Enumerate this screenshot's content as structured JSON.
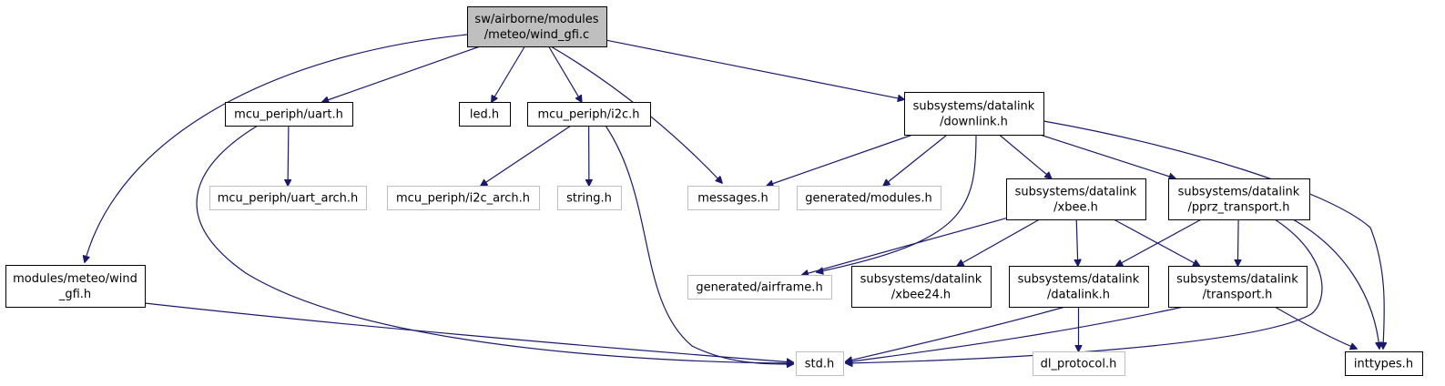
{
  "colors": {
    "edge": "#191970",
    "node_border": "#000000",
    "node_missing_border": "#bfbfbf",
    "root_fill": "#bfbfbf",
    "node_fill": "#ffffff",
    "text": "#000000"
  },
  "nodes": [
    {
      "id": "root",
      "lines": [
        "sw/airborne/modules",
        "/meteo/wind_gfi.c"
      ],
      "style": "root"
    },
    {
      "id": "uart",
      "lines": [
        "mcu_periph/uart.h"
      ],
      "style": "normal"
    },
    {
      "id": "led",
      "lines": [
        "led.h"
      ],
      "style": "normal"
    },
    {
      "id": "i2c",
      "lines": [
        "mcu_periph/i2c.h"
      ],
      "style": "normal"
    },
    {
      "id": "downlink",
      "lines": [
        "subsystems/datalink",
        "/downlink.h"
      ],
      "style": "normal"
    },
    {
      "id": "uart_arch",
      "lines": [
        "mcu_periph/uart_arch.h"
      ],
      "style": "missing"
    },
    {
      "id": "i2c_arch",
      "lines": [
        "mcu_periph/i2c_arch.h"
      ],
      "style": "missing"
    },
    {
      "id": "string",
      "lines": [
        "string.h"
      ],
      "style": "missing"
    },
    {
      "id": "messages",
      "lines": [
        "messages.h"
      ],
      "style": "missing"
    },
    {
      "id": "gen_modules",
      "lines": [
        "generated/modules.h"
      ],
      "style": "missing"
    },
    {
      "id": "xbee",
      "lines": [
        "subsystems/datalink",
        "/xbee.h"
      ],
      "style": "normal"
    },
    {
      "id": "pprz",
      "lines": [
        "subsystems/datalink",
        "/pprz_transport.h"
      ],
      "style": "normal"
    },
    {
      "id": "wind_gfi_h",
      "lines": [
        "modules/meteo/wind",
        "_gfi.h"
      ],
      "style": "normal"
    },
    {
      "id": "airframe",
      "lines": [
        "generated/airframe.h"
      ],
      "style": "missing"
    },
    {
      "id": "xbee24",
      "lines": [
        "subsystems/datalink",
        "/xbee24.h"
      ],
      "style": "normal"
    },
    {
      "id": "datalink",
      "lines": [
        "subsystems/datalink",
        "/datalink.h"
      ],
      "style": "normal"
    },
    {
      "id": "transport",
      "lines": [
        "subsystems/datalink",
        "/transport.h"
      ],
      "style": "normal"
    },
    {
      "id": "std",
      "lines": [
        "std.h"
      ],
      "style": "missing"
    },
    {
      "id": "dl_protocol",
      "lines": [
        "dl_protocol.h"
      ],
      "style": "missing"
    },
    {
      "id": "inttypes",
      "lines": [
        "inttypes.h"
      ],
      "style": "normal"
    }
  ],
  "edges": [
    {
      "from": "root",
      "to": "wind_gfi_h"
    },
    {
      "from": "root",
      "to": "uart"
    },
    {
      "from": "root",
      "to": "led"
    },
    {
      "from": "root",
      "to": "i2c"
    },
    {
      "from": "root",
      "to": "messages"
    },
    {
      "from": "root",
      "to": "downlink"
    },
    {
      "from": "uart",
      "to": "uart_arch"
    },
    {
      "from": "uart",
      "to": "std"
    },
    {
      "from": "i2c",
      "to": "i2c_arch"
    },
    {
      "from": "i2c",
      "to": "string"
    },
    {
      "from": "i2c",
      "to": "std"
    },
    {
      "from": "downlink",
      "to": "messages"
    },
    {
      "from": "downlink",
      "to": "gen_modules"
    },
    {
      "from": "downlink",
      "to": "airframe"
    },
    {
      "from": "downlink",
      "to": "xbee"
    },
    {
      "from": "downlink",
      "to": "pprz"
    },
    {
      "from": "downlink",
      "to": "inttypes"
    },
    {
      "from": "wind_gfi_h",
      "to": "std"
    },
    {
      "from": "xbee",
      "to": "airframe"
    },
    {
      "from": "xbee",
      "to": "xbee24"
    },
    {
      "from": "xbee",
      "to": "datalink"
    },
    {
      "from": "xbee",
      "to": "transport"
    },
    {
      "from": "pprz",
      "to": "datalink"
    },
    {
      "from": "pprz",
      "to": "transport"
    },
    {
      "from": "pprz",
      "to": "std"
    },
    {
      "from": "pprz",
      "to": "inttypes"
    },
    {
      "from": "datalink",
      "to": "std"
    },
    {
      "from": "datalink",
      "to": "dl_protocol"
    },
    {
      "from": "transport",
      "to": "std"
    },
    {
      "from": "transport",
      "to": "inttypes"
    }
  ]
}
